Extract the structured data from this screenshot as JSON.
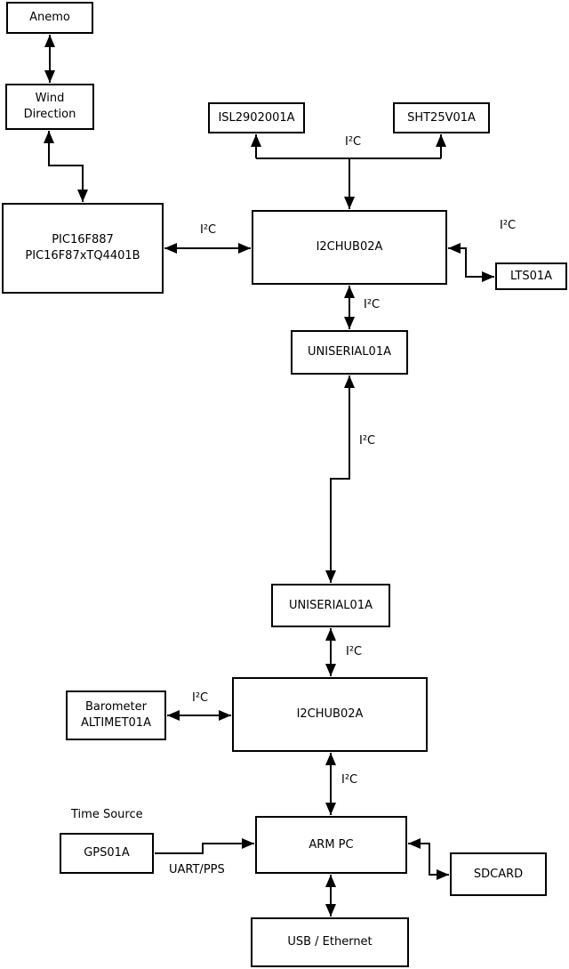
{
  "diagram": {
    "blocks": {
      "anemo": {
        "label": "Anemo"
      },
      "wind_direction": {
        "label_line1": "Wind",
        "label_line2": "Direction"
      },
      "pic": {
        "label_line1": "PIC16F887",
        "label_line2": "PIC16F87xTQ4401B"
      },
      "isl": {
        "label": "ISL2902001A"
      },
      "sht": {
        "label": "SHT25V01A"
      },
      "i2c_hub_top": {
        "label": "I2CHUB02A"
      },
      "lts": {
        "label": "LTS01A"
      },
      "uniserial_top": {
        "label": "UNISERIAL01A"
      },
      "uniserial_bottom": {
        "label": "UNISERIAL01A"
      },
      "i2c_hub_bottom": {
        "label": "I2CHUB02A"
      },
      "barometer": {
        "label_line1": "Barometer",
        "label_line2": "ALTIMET01A"
      },
      "arm_pc": {
        "label": "ARM PC"
      },
      "gps": {
        "label": "GPS01A"
      },
      "sdcard": {
        "label": "SDCARD"
      },
      "usb_ethernet": {
        "label": "USB / Ethernet"
      }
    },
    "edge_labels": {
      "i2c_bus_isl_sht": "I²C",
      "i2c_pic_hub": "I²C",
      "i2c_hub_lts": "I²C",
      "i2c_hub_uniserial": "I²C",
      "i2c_uniserial_link": "I²C",
      "i2c_uniserial_hub2": "I²C",
      "i2c_barometer_hub2": "I²C",
      "i2c_hub2_armpc": "I²C",
      "uart_pps": "UART/PPS"
    },
    "annotations": {
      "time_source": "Time Source"
    },
    "colors": {
      "line": "#000000",
      "box_fill": "#ffffff",
      "background": "#ffffff"
    }
  }
}
